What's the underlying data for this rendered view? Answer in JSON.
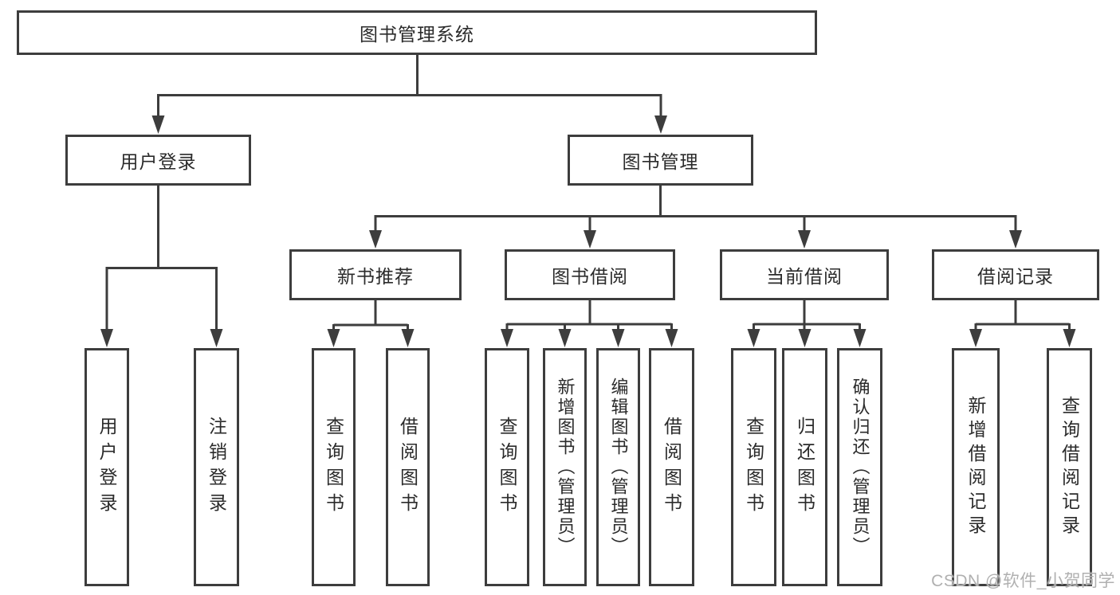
{
  "colors": {
    "line": "#3d3d3d",
    "text": "#2b2b2b",
    "background": "#ffffff",
    "watermark_text": "#b0b0b0"
  },
  "watermark": {
    "text": "CSDN @软件_小贺同学"
  },
  "tree": {
    "root": {
      "label": "图书管理系统"
    },
    "branches": [
      {
        "label": "用户登录",
        "children": [
          {
            "label": "用户登录"
          },
          {
            "label": "注销登录"
          }
        ]
      },
      {
        "label": "图书管理",
        "children": [
          {
            "label": "新书推荐",
            "children": [
              {
                "label": "查询图书"
              },
              {
                "label": "借阅图书"
              }
            ]
          },
          {
            "label": "图书借阅",
            "children": [
              {
                "label": "查询图书"
              },
              {
                "label": "新增图书（管理员）"
              },
              {
                "label": "编辑图书（管理员）"
              },
              {
                "label": "借阅图书"
              }
            ]
          },
          {
            "label": "当前借阅",
            "children": [
              {
                "label": "查询图书"
              },
              {
                "label": "归还图书"
              },
              {
                "label": "确认归还（管理员）"
              }
            ]
          },
          {
            "label": "借阅记录",
            "children": [
              {
                "label": "新增借阅记录"
              },
              {
                "label": "查询借阅记录"
              }
            ]
          }
        ]
      }
    ]
  }
}
